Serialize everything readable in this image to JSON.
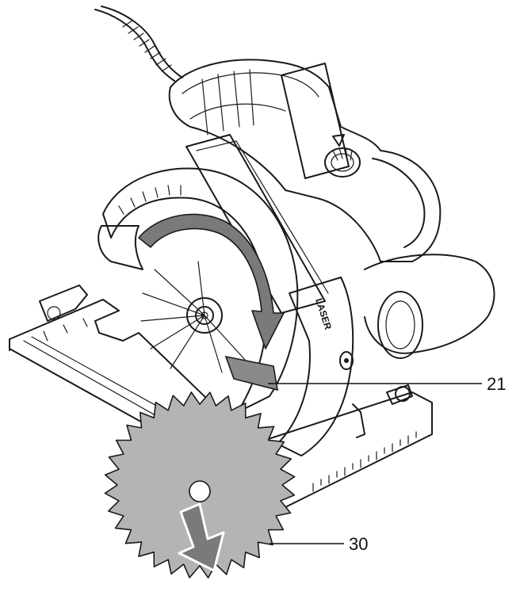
{
  "callouts": [
    {
      "label": "21"
    },
    {
      "label": "30"
    }
  ],
  "housing_text": "LASER",
  "colors": {
    "line": "#1a1a1a",
    "blade_fill": "#b4b4b4",
    "arrow_fill": "#7a7a7a",
    "background": "#ffffff"
  }
}
